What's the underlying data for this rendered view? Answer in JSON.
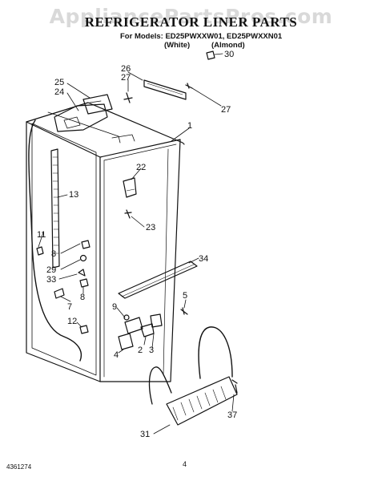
{
  "watermark": "AppliancePartsPros.com",
  "header": {
    "title": "REFRIGERATOR LINER PARTS",
    "models": "For Models: ED25PWXXW01, ED25PWXXN01",
    "color_white": "(White)",
    "color_almond": "(Almond)"
  },
  "callouts": {
    "c1": "1",
    "c2": "2",
    "c3": "3",
    "c4": "4",
    "c5": "5",
    "c7": "7",
    "c8a": "8",
    "c8b": "8",
    "c9": "9",
    "c11": "11",
    "c12": "12",
    "c13": "13",
    "c22": "22",
    "c23": "23",
    "c24": "24",
    "c25": "25",
    "c26": "26",
    "c27a": "27",
    "c27b": "27",
    "c29": "29",
    "c30": "30",
    "c31": "31",
    "c33": "33",
    "c34": "34",
    "c37": "37"
  },
  "footer": {
    "doc_number": "4361274",
    "page": "4"
  }
}
